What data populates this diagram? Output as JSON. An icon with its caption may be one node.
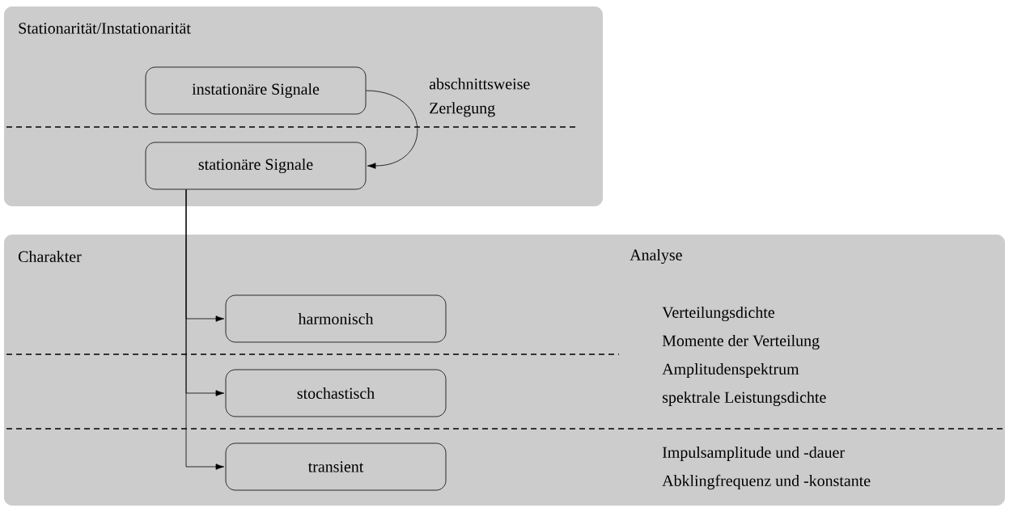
{
  "diagram": {
    "nodes": [
      {
        "text": [
          "Stationarität/Instationarität"
        ]
      },
      {
        "text": [
          "instationäre Signale"
        ],
        "in": 0
      },
      {
        "text": [
          "stationäre Signale"
        ],
        "in": 0
      },
      {
        "text": [
          "Charakter",
          "Analyse"
        ]
      },
      {
        "text": [
          "harmonisch"
        ],
        "in": 3
      },
      {
        "text": [
          "stochastisch"
        ],
        "in": 3
      },
      {
        "text": [
          "transient"
        ],
        "in": 3
      }
    ],
    "edges": [
      {
        "from": 1,
        "to": 2,
        "arrow": "to",
        "label": "abschnittsweise Zerlegung"
      },
      {
        "from": 2,
        "to": 4,
        "arrow": "to"
      },
      {
        "from": 2,
        "to": 5,
        "arrow": "to"
      },
      {
        "from": 2,
        "to": 6,
        "arrow": "to"
      }
    ],
    "labels": [
      "Verteilungsdichte",
      "Momente der Verteilung",
      "Amplitudenspektrum",
      "spektrale Leistungsdichte",
      "Impulsamplitude und -dauer",
      "Abklingfrequenz und -konstante"
    ]
  }
}
